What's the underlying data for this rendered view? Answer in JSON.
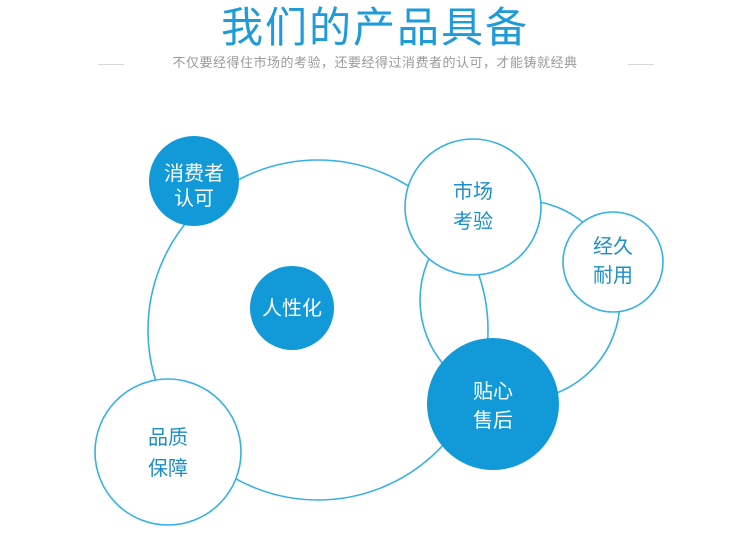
{
  "header": {
    "title": "我们的产品具备",
    "subtitle": "不仅要经得住市场的考验，还要经得过消费者的认可，才能铸就经典"
  },
  "nodes": {
    "consumer": {
      "line1": "消费者",
      "line2": "认可"
    },
    "market": {
      "line1": "市场",
      "line2": "考验"
    },
    "durable": {
      "line1": "经久",
      "line2": "耐用"
    },
    "humanized": {
      "line1": "人性化"
    },
    "service": {
      "line1": "贴心",
      "line2": "售后"
    },
    "quality": {
      "line1": "品质",
      "line2": "保障"
    }
  },
  "colors": {
    "accent": "#1f9bd8",
    "filled": "#129ad8",
    "outline": "#35b1e6",
    "subtitle": "#9a9a9a"
  }
}
